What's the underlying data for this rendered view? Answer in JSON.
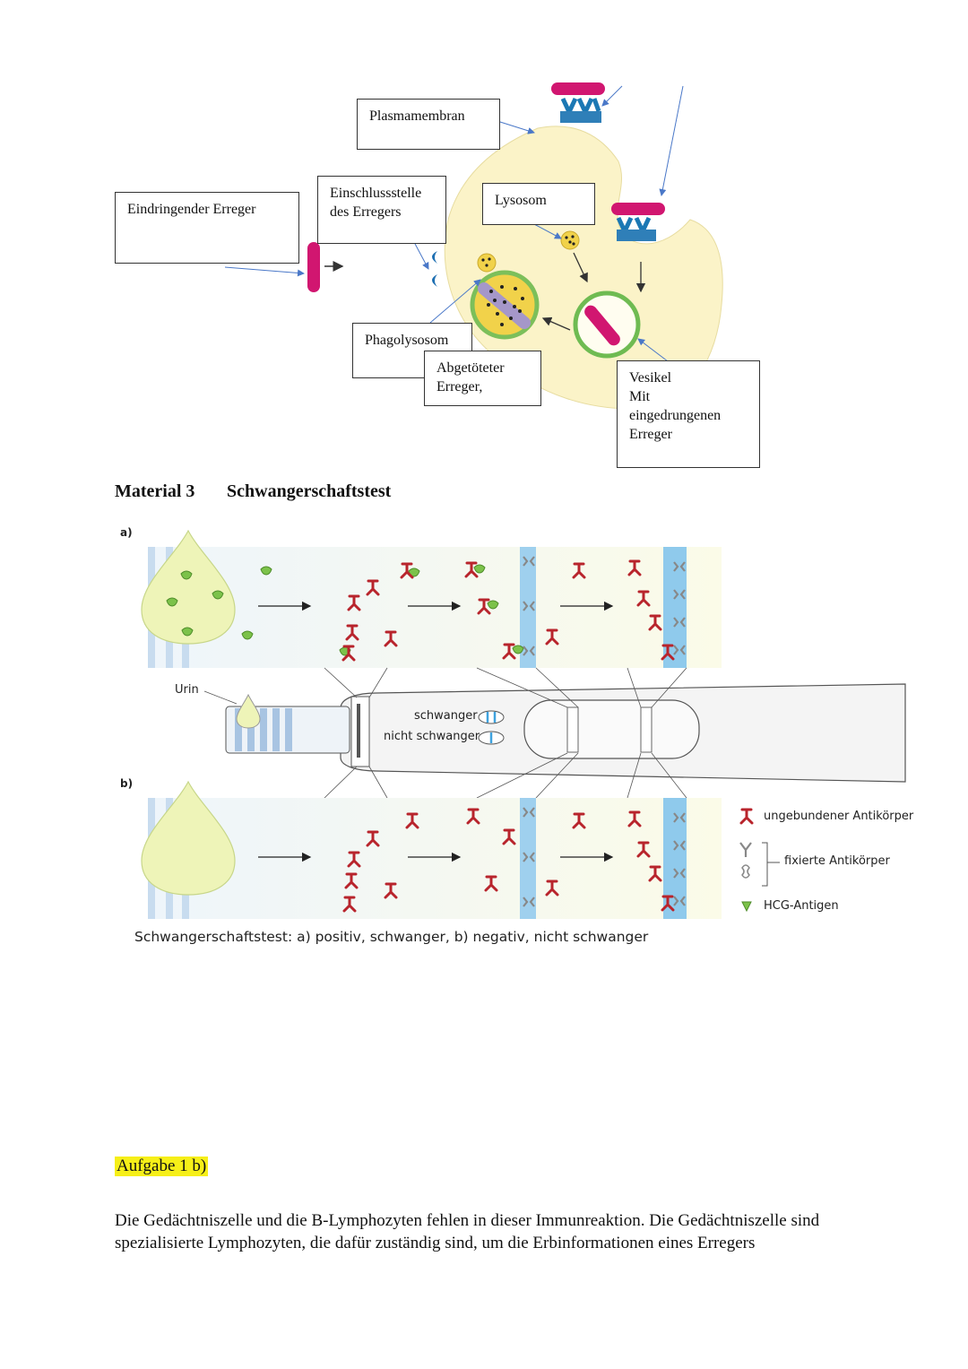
{
  "figure_top": {
    "labels": {
      "plasmamembran": "Plasmamembran",
      "einschluss_line1": "Einschlussstelle",
      "einschluss_line2": "des Erregers",
      "eindringender": "Eindringender Erreger",
      "lysosom": "Lysosom",
      "phagolysosom": "Phagolysosom",
      "abgetoeteter_line1": "Abgetöteter",
      "abgetoeteter_line2": "Erreger,",
      "vesikel_line1": "Vesikel",
      "vesikel_line2": "Mit",
      "vesikel_line3": "eingedrungenen",
      "vesikel_line4": "Erreger"
    }
  },
  "material3": {
    "number": "Material 3",
    "title": "Schwangerschaftstest",
    "panel_a": "a)",
    "panel_b": "b)",
    "urin": "Urin",
    "schwanger": "schwanger",
    "nicht_schwanger": "nicht schwanger",
    "caption": "Schwangerschaftstest: a) positiv, schwanger, b) negativ, nicht schwanger",
    "legend": {
      "unbound": "ungebundener Antikörper",
      "fixed": "fixierte Antikörper",
      "hcg": "HCG-Antigen"
    },
    "colors": {
      "antibody": "#b8242c",
      "antigen": "#7cc24a",
      "fixed": "#8a8a8a",
      "band": "#5fb3e0"
    }
  },
  "task": {
    "label": "Aufgabe 1 b)",
    "text": "Die Gedächtniszelle und die B-Lymphozyten fehlen in dieser Immunreaktion. Die Gedächtniszelle sind spezialisierte Lymphozyten, die dafür zuständig sind, um die Erbinformationen eines Erregers"
  }
}
